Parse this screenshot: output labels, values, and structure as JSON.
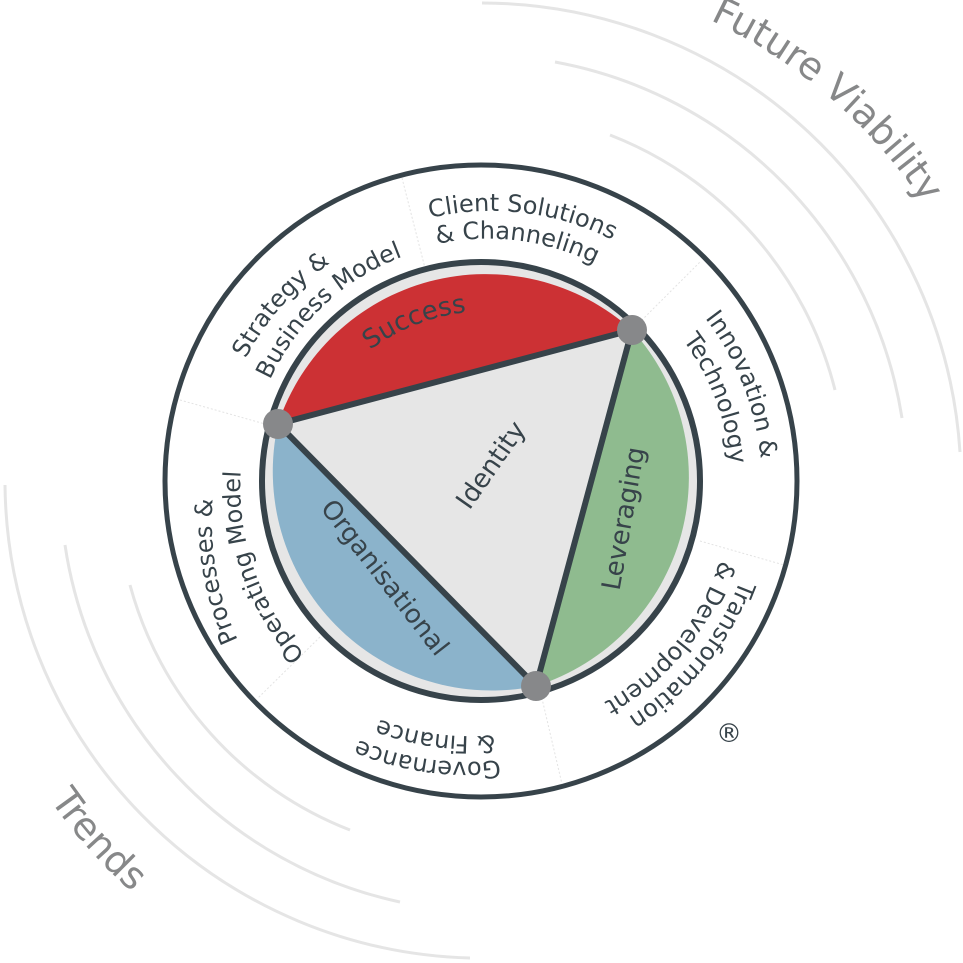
{
  "outer_labels": {
    "future_viability": "Future Viability",
    "trends": "Trends"
  },
  "ring_segments": [
    {
      "lines": [
        "Strategy &",
        "Business Model"
      ]
    },
    {
      "lines": [
        "Client Solutions",
        "& Channeling"
      ]
    },
    {
      "lines": [
        "Innovation &",
        "Technology"
      ]
    },
    {
      "lines": [
        "Transformation",
        "& Development"
      ]
    },
    {
      "lines": [
        "Governance",
        "& Finance"
      ]
    },
    {
      "lines": [
        "Processes &",
        "Operating Model"
      ]
    }
  ],
  "sectors": {
    "success": "Success",
    "leveraging": "Leveraging",
    "organisational": "Organisational",
    "identity": "Identity"
  },
  "registered_mark": "®",
  "colors": {
    "success": "#cc3134",
    "leveraging": "#8fbb8f",
    "organisational": "#8bb3cb",
    "identity": "#e6e6e6",
    "outline": "#37434a",
    "node": "#87888a",
    "arcs": "#e5e5e5",
    "outer_text": "#878889"
  }
}
